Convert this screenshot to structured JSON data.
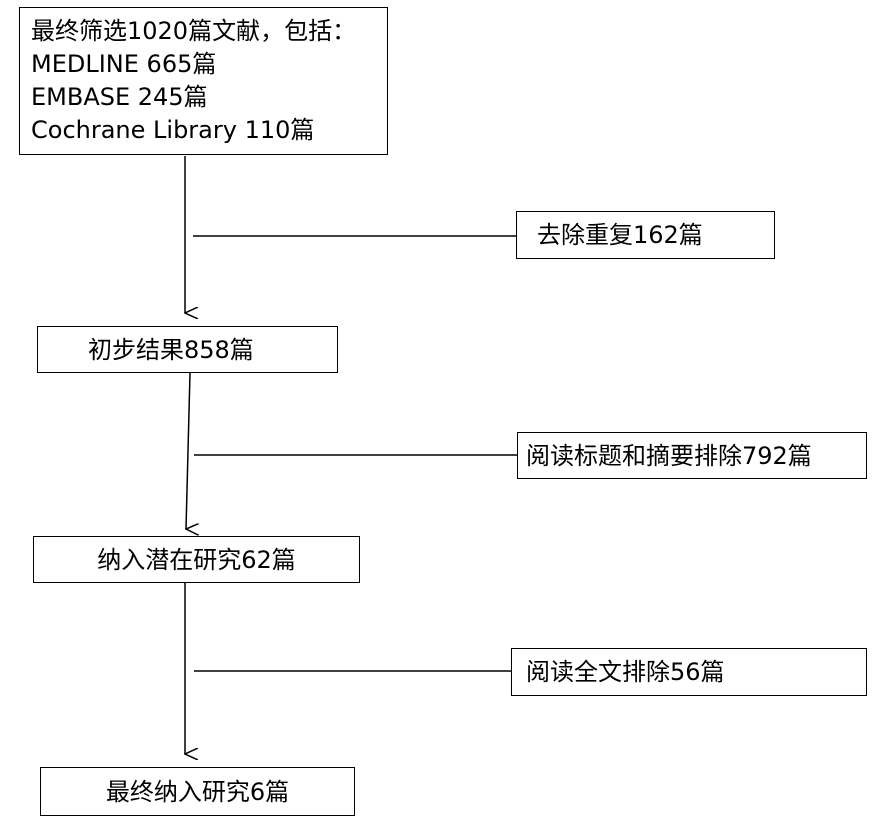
{
  "boxes": {
    "initial": {
      "lines": [
        "最终筛选1020篇文献，包括：",
        "MEDLINE 665篇",
        "EMBASE 245篇",
        "Cochrane Library 110篇"
      ]
    },
    "remove_duplicates": "去除重复162篇",
    "preliminary": "初步结果858篇",
    "exclude_title_abstract": "阅读标题和摘要排除792篇",
    "potential": "纳入潜在研究62篇",
    "exclude_fulltext": "阅读全文排除56篇",
    "final": "最终纳入研究6篇"
  }
}
